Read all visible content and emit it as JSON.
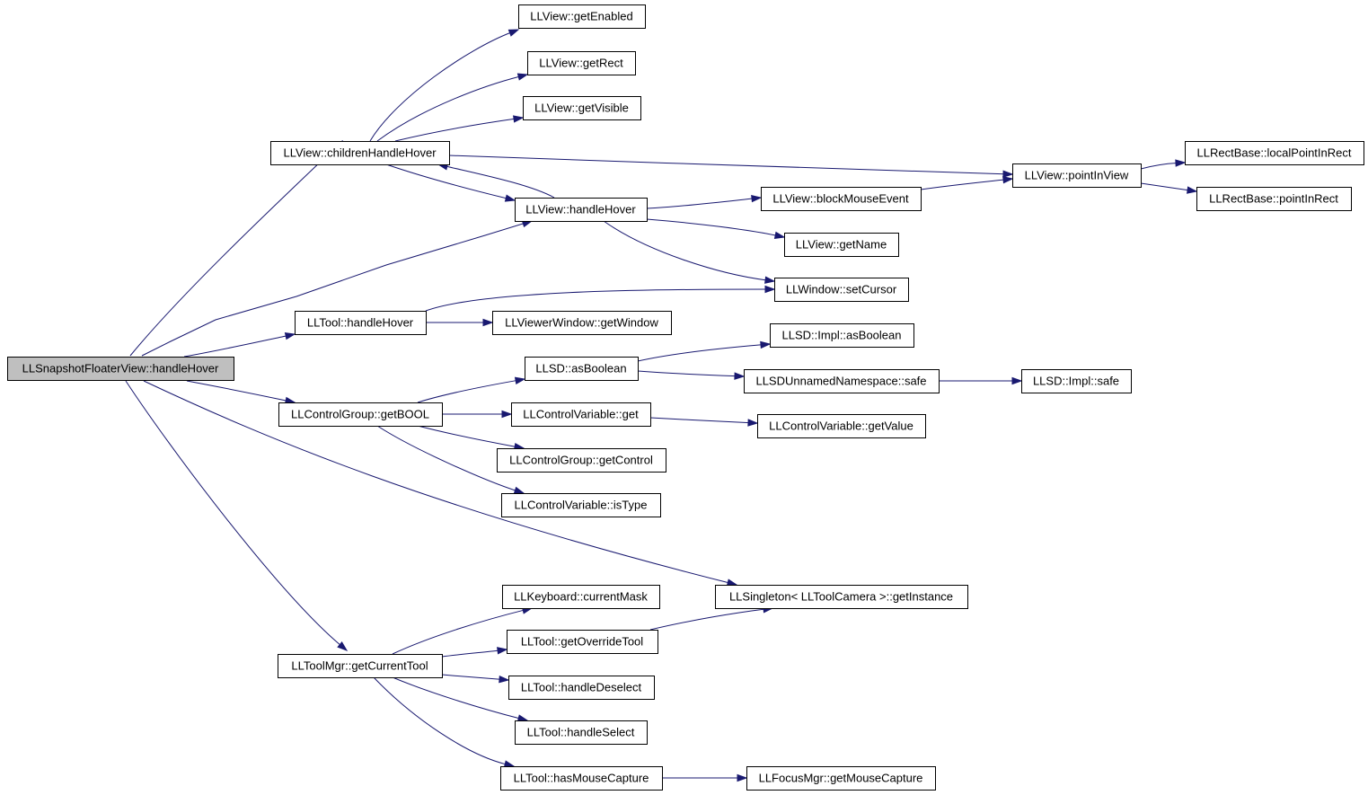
{
  "graph": {
    "nodes": [
      {
        "id": "root",
        "label": "LLSnapshotFloaterView::handleHover",
        "root": true
      },
      {
        "id": "childrenHandleHover",
        "label": "LLView::childrenHandleHover"
      },
      {
        "id": "getEnabled",
        "label": "LLView::getEnabled"
      },
      {
        "id": "getRect",
        "label": "LLView::getRect"
      },
      {
        "id": "getVisible",
        "label": "LLView::getVisible"
      },
      {
        "id": "viewHandleHover",
        "label": "LLView::handleHover"
      },
      {
        "id": "pointInView",
        "label": "LLView::pointInView"
      },
      {
        "id": "localPointInRect",
        "label": "LLRectBase::localPointInRect"
      },
      {
        "id": "pointInRect",
        "label": "LLRectBase::pointInRect"
      },
      {
        "id": "blockMouseEvent",
        "label": "LLView::blockMouseEvent"
      },
      {
        "id": "getName",
        "label": "LLView::getName"
      },
      {
        "id": "setCursor",
        "label": "LLWindow::setCursor"
      },
      {
        "id": "toolHandleHover",
        "label": "LLTool::handleHover"
      },
      {
        "id": "getWindow",
        "label": "LLViewerWindow::getWindow"
      },
      {
        "id": "implAsBoolean",
        "label": "LLSD::Impl::asBoolean"
      },
      {
        "id": "asBoolean",
        "label": "LLSD::asBoolean"
      },
      {
        "id": "safe",
        "label": "LLSDUnnamedNamespace::safe"
      },
      {
        "id": "implSafe",
        "label": "LLSD::Impl::safe"
      },
      {
        "id": "getBOOL",
        "label": "LLControlGroup::getBOOL"
      },
      {
        "id": "cvGet",
        "label": "LLControlVariable::get"
      },
      {
        "id": "getValue",
        "label": "LLControlVariable::getValue"
      },
      {
        "id": "getControl",
        "label": "LLControlGroup::getControl"
      },
      {
        "id": "isType",
        "label": "LLControlVariable::isType"
      },
      {
        "id": "currentMask",
        "label": "LLKeyboard::currentMask"
      },
      {
        "id": "getInstance",
        "label": "LLSingleton< LLToolCamera >::getInstance"
      },
      {
        "id": "getOverrideTool",
        "label": "LLTool::getOverrideTool"
      },
      {
        "id": "getCurrentTool",
        "label": "LLToolMgr::getCurrentTool"
      },
      {
        "id": "handleDeselect",
        "label": "LLTool::handleDeselect"
      },
      {
        "id": "handleSelect",
        "label": "LLTool::handleSelect"
      },
      {
        "id": "hasMouseCapture",
        "label": "LLTool::hasMouseCapture"
      },
      {
        "id": "getMouseCapture",
        "label": "LLFocusMgr::getMouseCapture"
      }
    ],
    "edges": [
      {
        "from": "root",
        "to": "childrenHandleHover"
      },
      {
        "from": "root",
        "to": "viewHandleHover"
      },
      {
        "from": "root",
        "to": "toolHandleHover"
      },
      {
        "from": "root",
        "to": "getBOOL"
      },
      {
        "from": "root",
        "to": "getInstance"
      },
      {
        "from": "root",
        "to": "getCurrentTool"
      },
      {
        "from": "childrenHandleHover",
        "to": "getEnabled"
      },
      {
        "from": "childrenHandleHover",
        "to": "getRect"
      },
      {
        "from": "childrenHandleHover",
        "to": "getVisible"
      },
      {
        "from": "childrenHandleHover",
        "to": "viewHandleHover"
      },
      {
        "from": "childrenHandleHover",
        "to": "pointInView"
      },
      {
        "from": "viewHandleHover",
        "to": "childrenHandleHover"
      },
      {
        "from": "viewHandleHover",
        "to": "blockMouseEvent"
      },
      {
        "from": "viewHandleHover",
        "to": "getName"
      },
      {
        "from": "viewHandleHover",
        "to": "setCursor"
      },
      {
        "from": "blockMouseEvent",
        "to": "pointInView"
      },
      {
        "from": "pointInView",
        "to": "localPointInRect"
      },
      {
        "from": "pointInView",
        "to": "pointInRect"
      },
      {
        "from": "toolHandleHover",
        "to": "setCursor"
      },
      {
        "from": "toolHandleHover",
        "to": "getWindow"
      },
      {
        "from": "getBOOL",
        "to": "asBoolean"
      },
      {
        "from": "getBOOL",
        "to": "cvGet"
      },
      {
        "from": "getBOOL",
        "to": "getControl"
      },
      {
        "from": "getBOOL",
        "to": "isType"
      },
      {
        "from": "asBoolean",
        "to": "implAsBoolean"
      },
      {
        "from": "asBoolean",
        "to": "safe"
      },
      {
        "from": "safe",
        "to": "implSafe"
      },
      {
        "from": "cvGet",
        "to": "getValue"
      },
      {
        "from": "getCurrentTool",
        "to": "currentMask"
      },
      {
        "from": "getCurrentTool",
        "to": "getOverrideTool"
      },
      {
        "from": "getCurrentTool",
        "to": "handleDeselect"
      },
      {
        "from": "getCurrentTool",
        "to": "handleSelect"
      },
      {
        "from": "getCurrentTool",
        "to": "hasMouseCapture"
      },
      {
        "from": "getOverrideTool",
        "to": "getInstance"
      },
      {
        "from": "hasMouseCapture",
        "to": "getMouseCapture"
      }
    ]
  },
  "colors": {
    "edge": "#191970",
    "root_fill": "#bfbfbf",
    "node_fill": "#ffffff",
    "node_border": "#000000"
  }
}
